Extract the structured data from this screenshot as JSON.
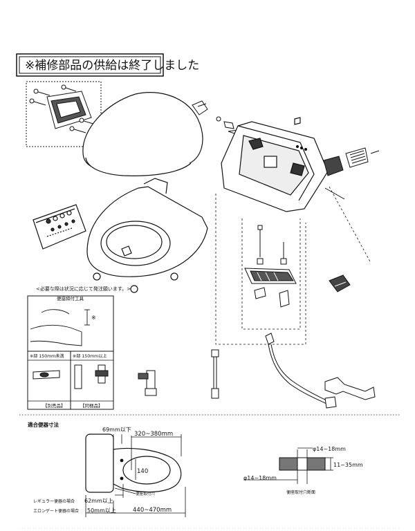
{
  "notice": {
    "text": "※補修部品の供給は終了しました"
  },
  "kit_panel": {
    "caption": "<必要な際は状況に応じて発注願います。>",
    "header": "便座締付工具",
    "dim_mark": "※",
    "col1_header": "※部 150mm未満",
    "col2_header": "※部 150mm以上",
    "col1_footer": "【別売品】",
    "col2_footer": "【同梱品】"
  },
  "dimensions": {
    "section_title": "適合便器寸法",
    "top_dim": "69mm以下",
    "length_range": "320~380mm",
    "hole_dim": "140",
    "hole_label": "便座取付穴",
    "regular_label": "レギュラー便器の場合",
    "regular_value": "62mm以上",
    "elongated_label": "エロンゲート便器の場合",
    "elongated_value": "50mm以上",
    "total_range": "440~470mm",
    "hole_diameter_top": "φ14~18mm",
    "hole_diameter_bottom": "φ14~18mm",
    "thickness_range": "11~35mm",
    "section_label": "便座取付穴断面"
  }
}
